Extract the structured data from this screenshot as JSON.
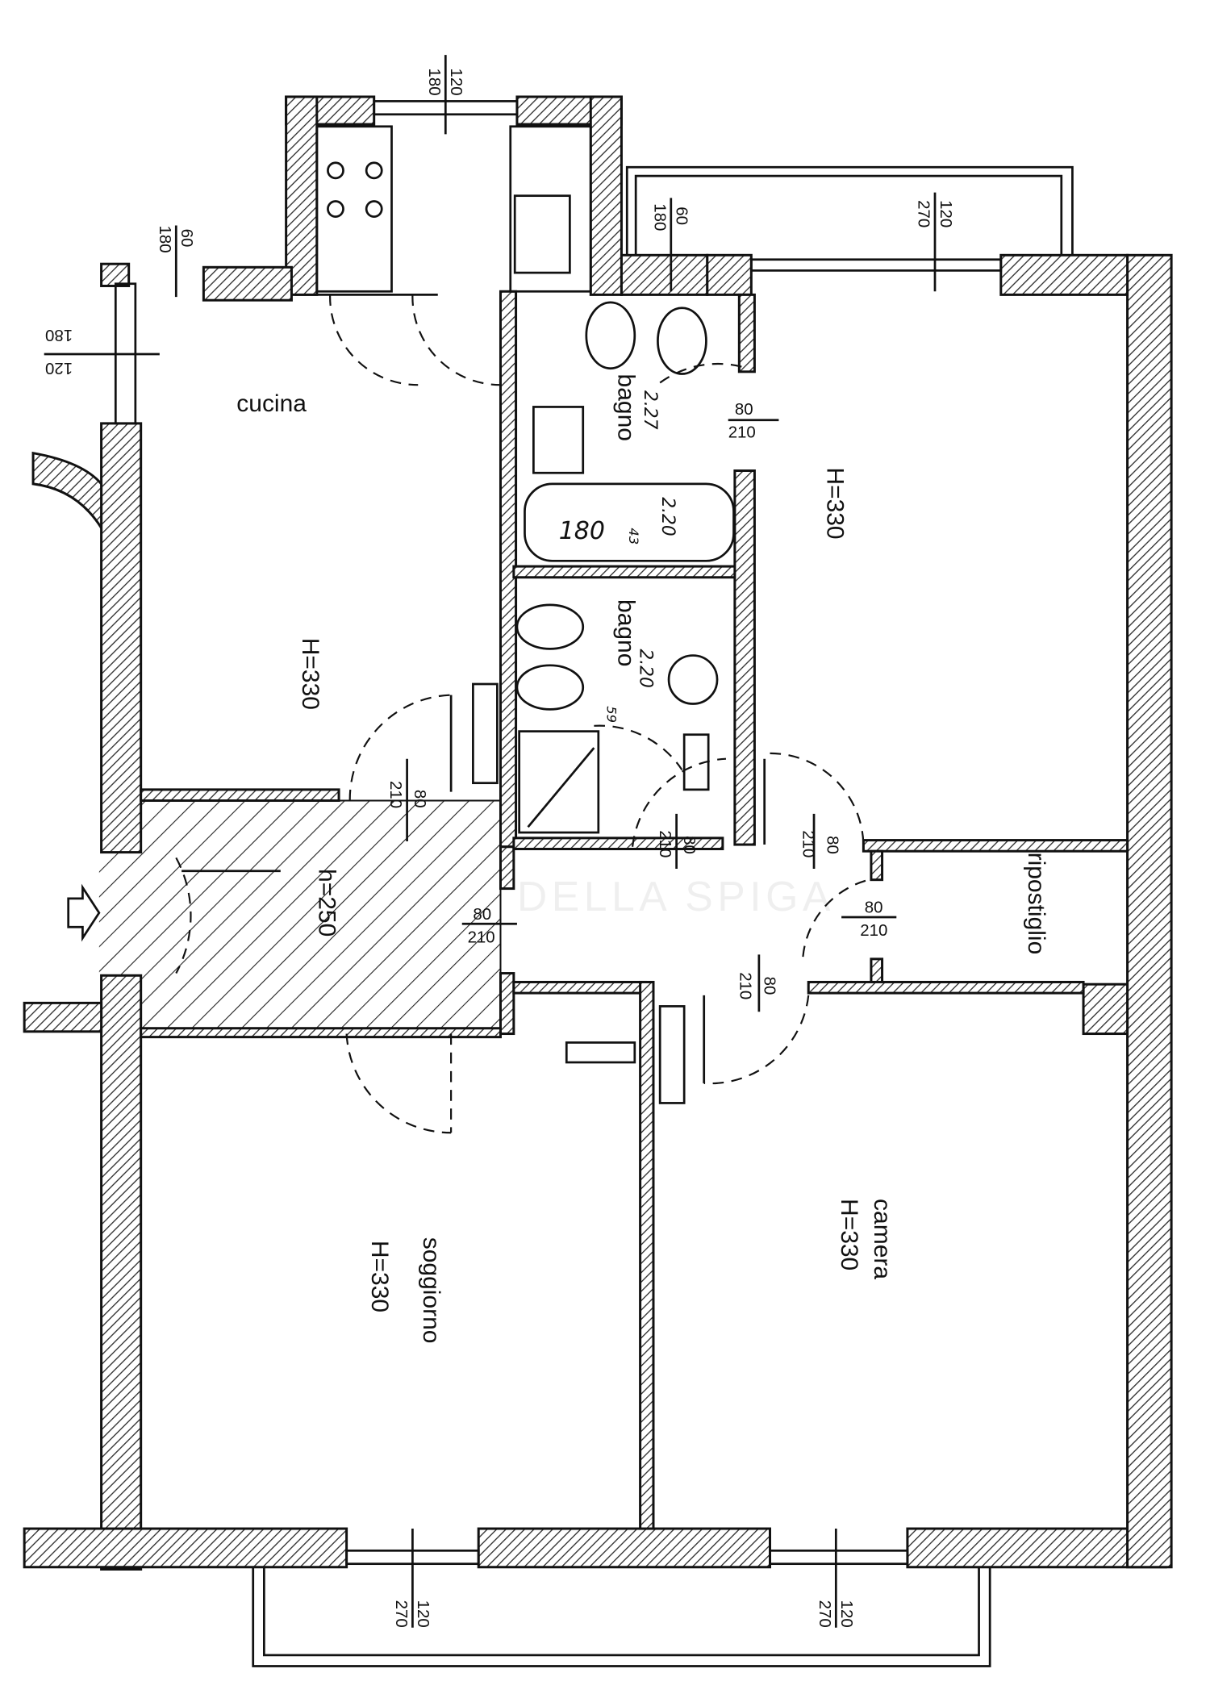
{
  "rooms": {
    "cucina": "cucina",
    "kitchen_height": "H=330",
    "bath1": "bagno",
    "bath2": "bagno",
    "bedroom_top_height": "H=330",
    "corridor_height": "h=250",
    "storage": "ripostiglio",
    "bedroom": "camera",
    "bedroom_height": "H=330",
    "living": "soggiorno",
    "living_height": "H=330"
  },
  "windows": {
    "kitchen_top": {
      "top": "120",
      "bottom": "180"
    },
    "kitchen_left_top": {
      "top": "60",
      "bottom": "180"
    },
    "kitchen_left": {
      "top": "180",
      "bottom": "120"
    },
    "bath_top": {
      "top": "60",
      "bottom": "180"
    },
    "bedroom_top": {
      "top": "120",
      "bottom": "270"
    },
    "living_bottom": {
      "top": "120",
      "bottom": "270"
    },
    "bedroom_bottom": {
      "top": "120",
      "bottom": "270"
    }
  },
  "doors": {
    "kitchen": {
      "top": "80",
      "bottom": "210"
    },
    "bath1": {
      "top": "80",
      "bottom": "210"
    },
    "bath2": {
      "top": "80",
      "bottom": "210"
    },
    "bedroom_top": {
      "top": "80",
      "bottom": "210"
    },
    "storage": {
      "top": "80",
      "bottom": "210"
    },
    "entrance": {
      "top": "80",
      "bottom": "210"
    },
    "bedroom": {
      "top": "80",
      "bottom": "210"
    }
  },
  "handwritten": {
    "bath1_width": "2.27",
    "bathtub_length": "180",
    "bathtub_alt": "2.20",
    "bath_note1": "43",
    "bath2_width": "2.20",
    "bath_note2": "59"
  },
  "watermark": "DELLA SPIGA"
}
